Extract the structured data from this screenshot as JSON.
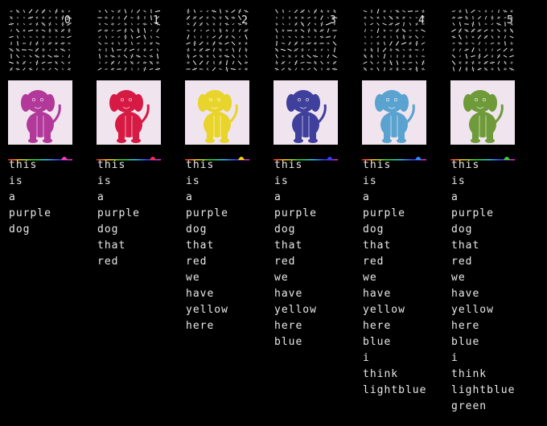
{
  "columns": [
    {
      "index": "0",
      "dog_color": "#b2399a",
      "hist_color": "#ff3fb4",
      "words": [
        "this",
        "is",
        "a",
        "purple",
        "dog"
      ]
    },
    {
      "index": "1",
      "dog_color": "#d61a44",
      "hist_color": "#ff2b5a",
      "words": [
        "this",
        "is",
        "a",
        "purple",
        "dog",
        "that",
        "red"
      ]
    },
    {
      "index": "2",
      "dog_color": "#e8d42a",
      "hist_color": "#ffd400",
      "words": [
        "this",
        "is",
        "a",
        "purple",
        "dog",
        "that",
        "red",
        "we",
        "have",
        "yellow",
        "here"
      ]
    },
    {
      "index": "3",
      "dog_color": "#3f3f9c",
      "hist_color": "#3b3bff",
      "words": [
        "this",
        "is",
        "a",
        "purple",
        "dog",
        "that",
        "red",
        "we",
        "have",
        "yellow",
        "here",
        "blue"
      ]
    },
    {
      "index": "4",
      "dog_color": "#5aa2d0",
      "hist_color": "#2f8cff",
      "words": [
        "this",
        "is",
        "a",
        "purple",
        "dog",
        "that",
        "red",
        "we",
        "have",
        "yellow",
        "here",
        "blue",
        "i",
        "think",
        "lightblue"
      ]
    },
    {
      "index": "5",
      "dog_color": "#6e9a3a",
      "hist_color": "#39d13a",
      "words": [
        "this",
        "is",
        "a",
        "purple",
        "dog",
        "that",
        "red",
        "we",
        "have",
        "yellow",
        "here",
        "blue",
        "i",
        "think",
        "lightblue",
        "green"
      ]
    }
  ]
}
